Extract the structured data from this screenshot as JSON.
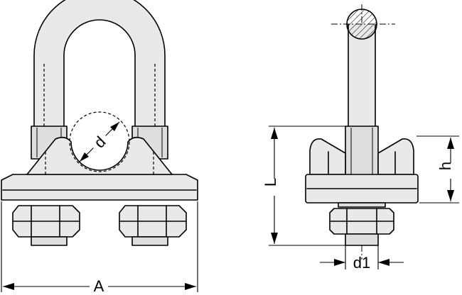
{
  "labels": {
    "d": "d",
    "A": "A",
    "L": "L",
    "h": "h",
    "d1": "d1"
  }
}
